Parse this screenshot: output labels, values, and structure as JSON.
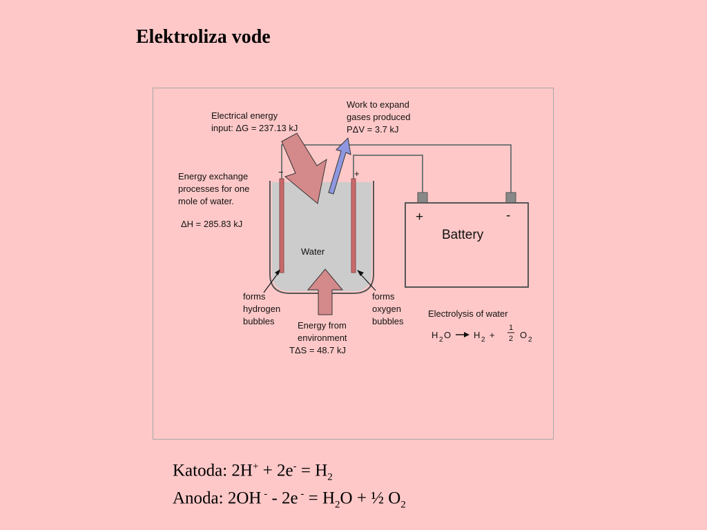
{
  "title": "Elektroliza vode",
  "diagram": {
    "electrical_energy": [
      "Electrical energy",
      "input: ΔG = 237.13 kJ"
    ],
    "work_expand": [
      "Work to expand",
      "gases produced",
      "PΔV = 3.7 kJ"
    ],
    "energy_exchange": [
      "Energy exchange",
      "processes for one",
      "mole of water."
    ],
    "delta_h": "ΔH = 285.83 kJ",
    "cathode_sign": "−",
    "anode_sign": "+",
    "water_label": "Water",
    "hydrogen": [
      "forms",
      "hydrogen",
      "bubbles"
    ],
    "oxygen": [
      "forms",
      "oxygen",
      "bubbles"
    ],
    "environment": [
      "Energy from",
      "environment",
      "TΔS = 48.7 kJ"
    ],
    "battery_label": "Battery",
    "battery_plus": "+",
    "battery_minus": "-",
    "electrolysis_title": "Electrolysis of water",
    "reaction": {
      "h": "H",
      "o": "O",
      "two": "2",
      "plus": "+",
      "half_num": "1",
      "half_den": "2"
    },
    "colors": {
      "water_fill": "#cccccc",
      "energy_arrow": "#d4898b",
      "work_arrow": "#8f97e0",
      "electrode": "#c96a6a",
      "wire": "#777777"
    }
  },
  "equations": {
    "katoda_label": "Katoda:",
    "katoda_lhs_a": "2H",
    "katoda_sup_plus": "+",
    "katoda_mid": " + 2e",
    "katoda_sup_minus": "-",
    "katoda_eq": " = H",
    "katoda_sub": "2",
    "anoda_label": "Anoda:",
    "anoda_lhs": "2OH",
    "anoda_sup1": " -",
    "anoda_mid": " - 2e",
    "anoda_sup2": " -",
    "anoda_eq": " = H",
    "anoda_sub1": "2",
    "anoda_rest": "O + ½ O",
    "anoda_sub2": "2"
  }
}
